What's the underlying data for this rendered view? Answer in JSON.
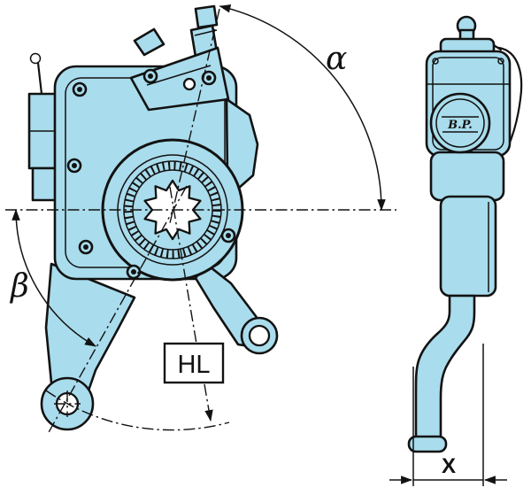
{
  "labels": {
    "alpha": "α",
    "beta": "β",
    "lever_length": "HL",
    "offset": "X",
    "logo": "B.P."
  },
  "colors": {
    "body_fill": "#a9dcec",
    "body_light": "#d9eff8",
    "outline": "#121212",
    "background": "#ffffff"
  }
}
